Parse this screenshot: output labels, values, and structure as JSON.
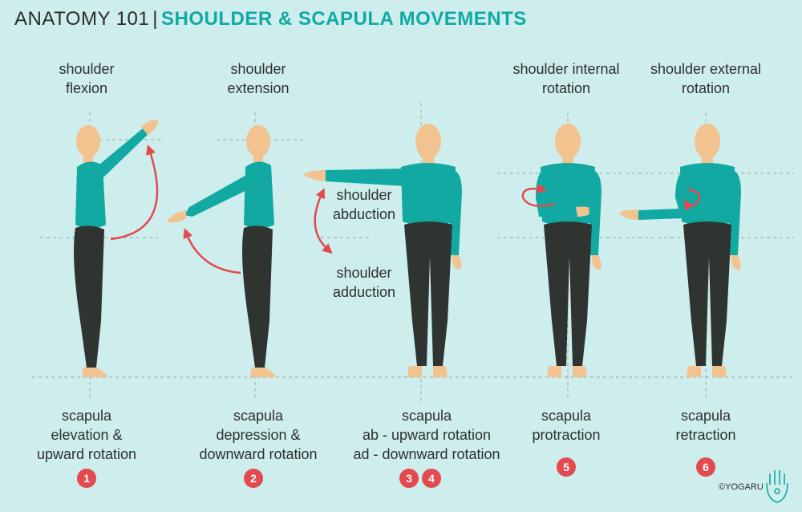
{
  "header": {
    "brand": "ANATOMY 101",
    "separator": "|",
    "topic": "SHOULDER & SCAPULA MOVEMENTS"
  },
  "colors": {
    "background": "#cdeeed",
    "shirt": "#12a9a2",
    "pants": "#2f3431",
    "skin": "#f2c28f",
    "arrow": "#e34a4f",
    "guide": "#9aa5a5"
  },
  "top_labels": [
    {
      "line1": "shoulder",
      "line2": "flexion"
    },
    {
      "line1": "shoulder",
      "line2": "extension"
    },
    {
      "line1": "shoulder internal",
      "line2": "rotation"
    },
    {
      "line1": "shoulder external",
      "line2": "rotation"
    }
  ],
  "mid_labels": [
    {
      "line1": "shoulder",
      "line2": "abduction"
    },
    {
      "line1": "shoulder",
      "line2": "adduction"
    }
  ],
  "bottom_labels": [
    {
      "line1": "scapula",
      "line2": "elevation &",
      "line3": "upward rotation"
    },
    {
      "line1": "scapula",
      "line2": "depression &",
      "line3": "downward rotation"
    },
    {
      "line1": "scapula",
      "line2": "ab - upward rotation",
      "line3": "ad - downward rotation"
    },
    {
      "line1": "scapula",
      "line2": "protraction",
      "line3": ""
    },
    {
      "line1": "scapula",
      "line2": "retraction",
      "line3": ""
    }
  ],
  "badges": [
    "1",
    "2",
    "3",
    "4",
    "5",
    "6"
  ],
  "footer": {
    "copyright": "©YOGARU",
    "logo_icon": "hamsa-hand-icon"
  }
}
